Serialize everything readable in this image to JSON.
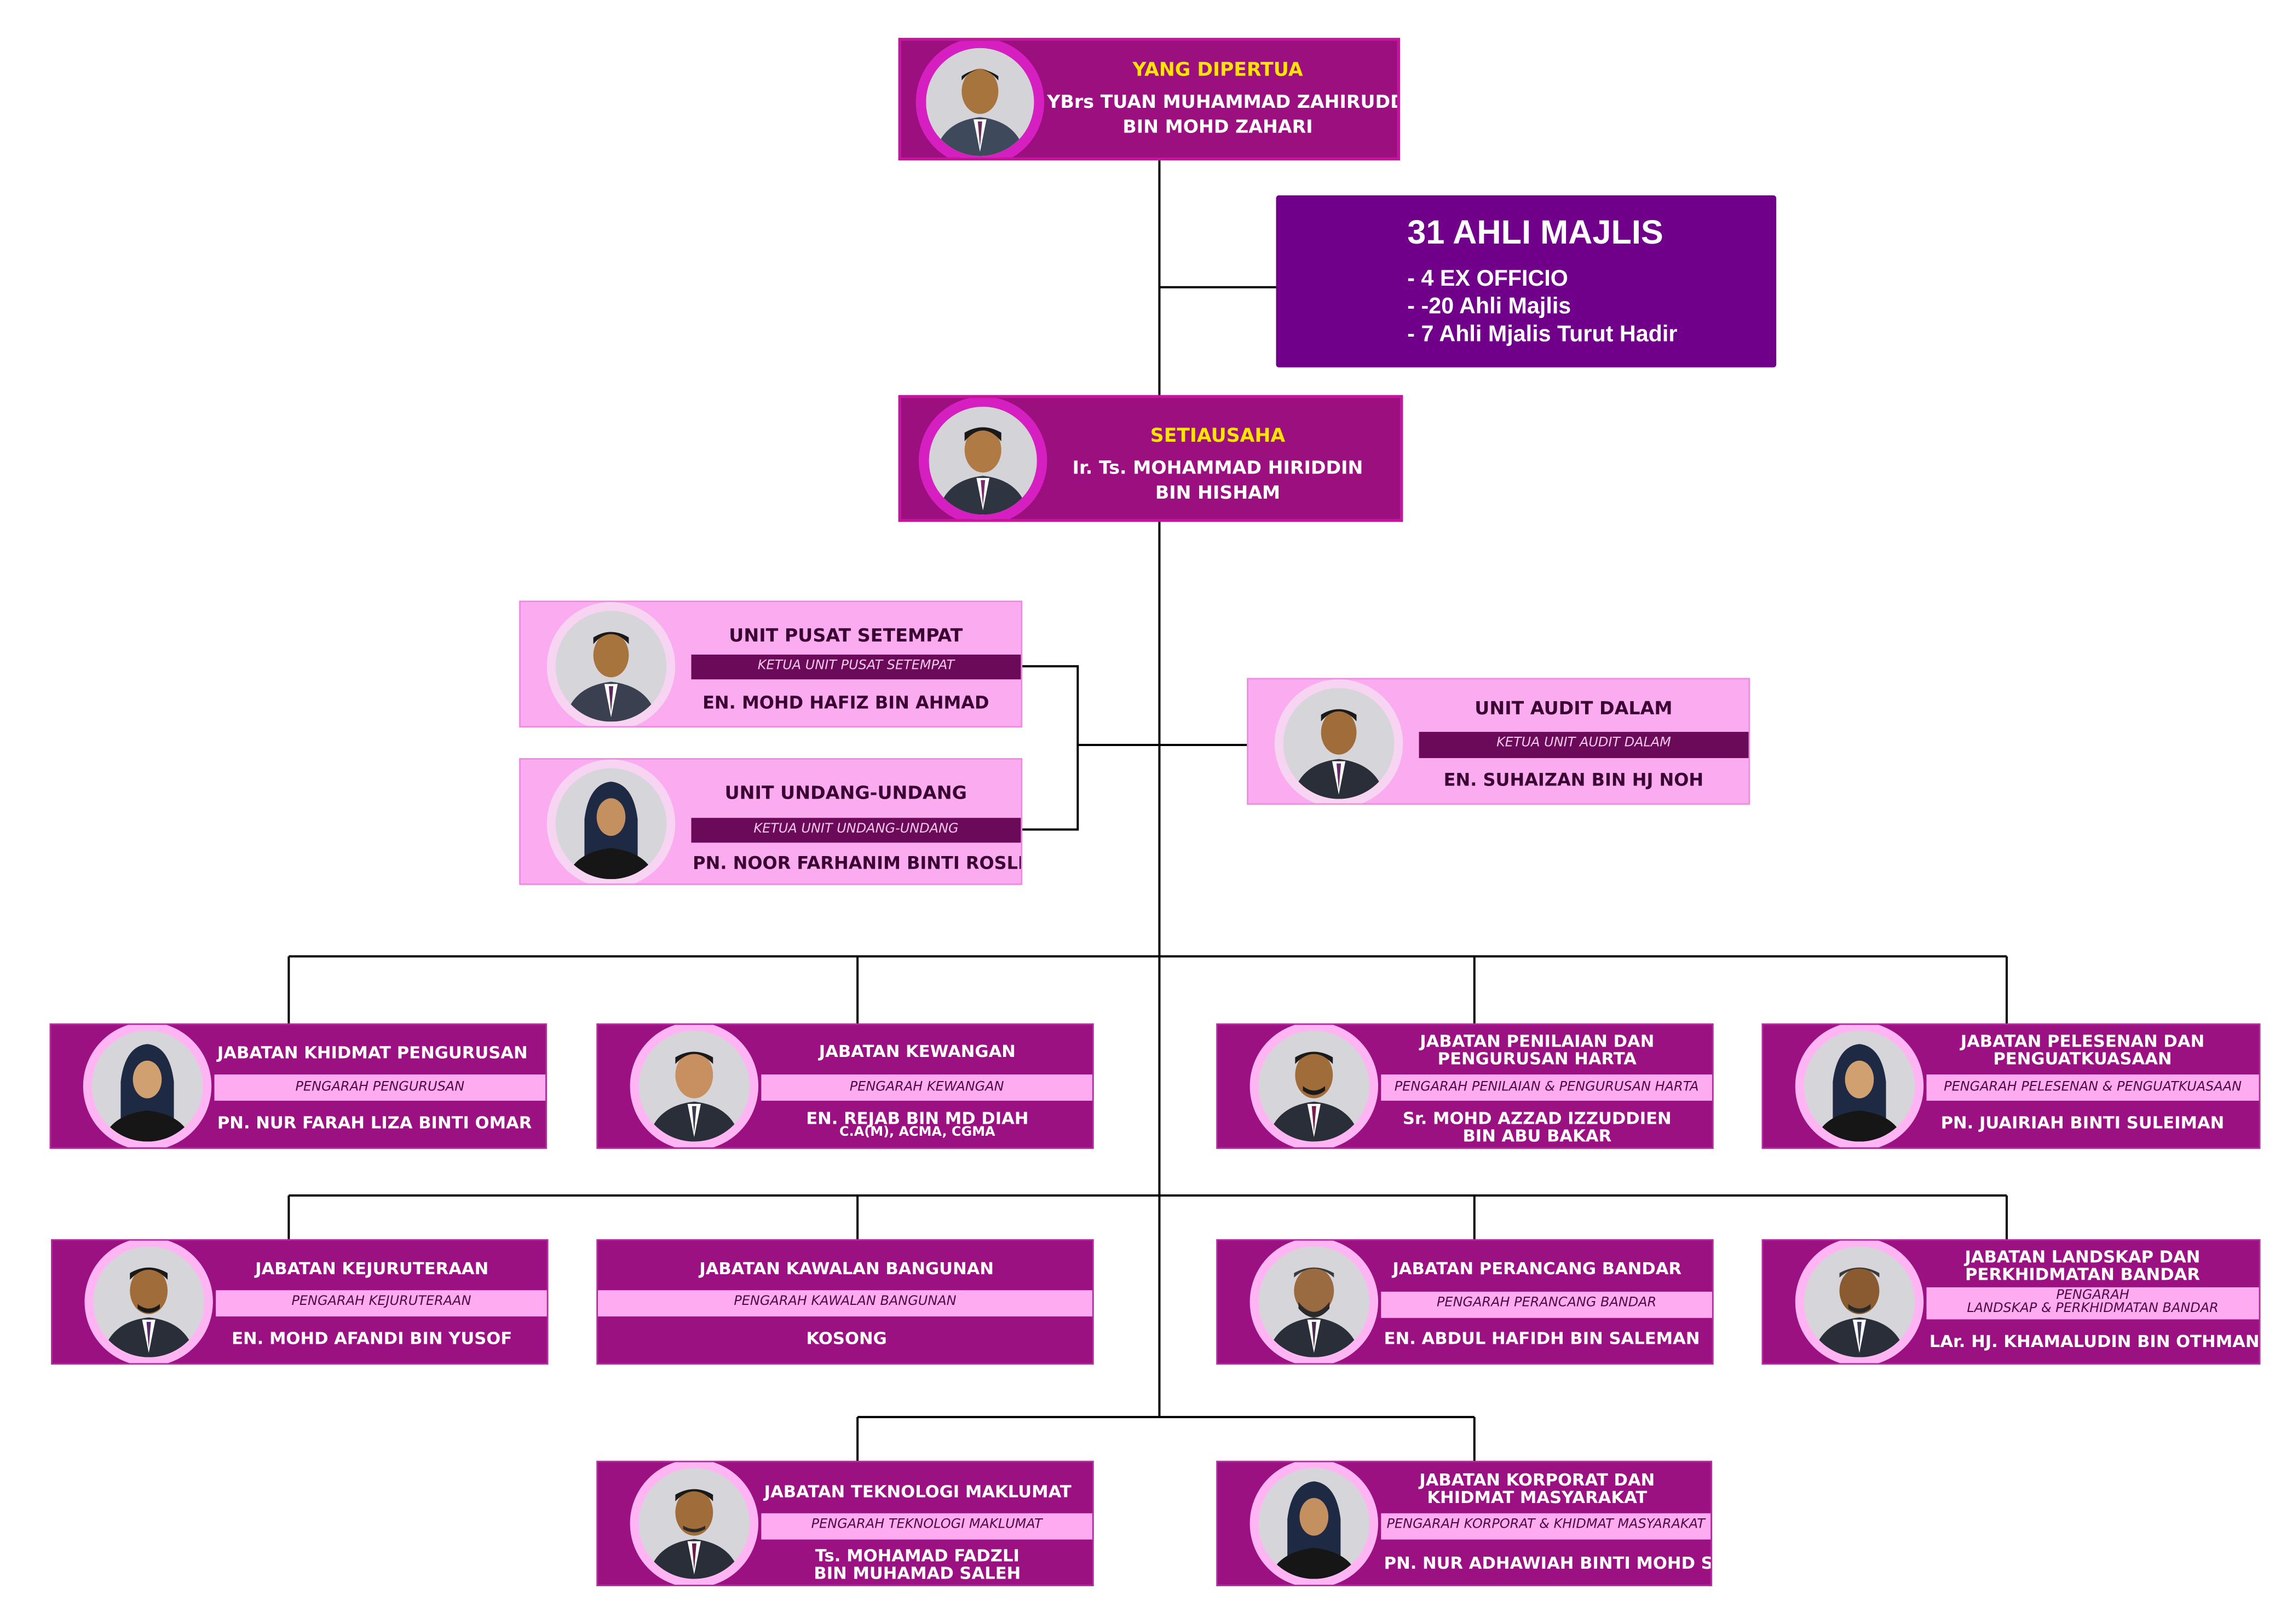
{
  "colors": {
    "top_box": "#9b0f7f",
    "council_box": "#70008a",
    "unit_box": "#fbacf0",
    "dept_box": "#9b1182",
    "dept_band": "#ffabf2",
    "title_yellow": "#ffe400",
    "connector": "#000000"
  },
  "president": {
    "title": "YANG DIPERTUA",
    "name_line1": "YBrs TUAN MUHAMMAD ZAHIRUDDIN",
    "name_line2": "BIN  MOHD ZAHARI",
    "photo_icon": "person-photo-icon"
  },
  "council": {
    "heading": "31 AHLI MAJLIS",
    "items": [
      "-  4 EX OFFICIO",
      "-  -20 Ahli Majlis",
      "-  7 Ahli Mjalis Turut Hadir"
    ]
  },
  "secretary": {
    "title": "SETIAUSAHA",
    "name_line1": "Ir. Ts. MOHAMMAD HIRIDDIN",
    "name_line2": "BIN HISHAM",
    "photo_icon": "person-photo-icon"
  },
  "units": [
    {
      "title": "UNIT PUSAT SETEMPAT",
      "role": "KETUA UNIT PUSAT SETEMPAT",
      "name": "EN. MOHD HAFIZ BIN AHMAD"
    },
    {
      "title": "UNIT UNDANG-UNDANG",
      "role": "KETUA UNIT UNDANG-UNDANG",
      "name": "PN. NOOR FARHANIM BINTI ROSLI"
    },
    {
      "title": "UNIT AUDIT DALAM",
      "role": "KETUA UNIT AUDIT DALAM",
      "name": "EN. SUHAIZAN BIN HJ NOH"
    }
  ],
  "departments": [
    {
      "title1": "JABATAN KHIDMAT PENGURUSAN",
      "title2": "",
      "role1": "PENGARAH PENGURUSAN",
      "role2": "",
      "name1": "PN. NUR FARAH LIZA BINTI OMAR",
      "name2": ""
    },
    {
      "title1": "JABATAN KEWANGAN",
      "title2": "",
      "role1": "PENGARAH KEWANGAN",
      "role2": "",
      "name1": "EN. REJAB BIN MD DIAH",
      "name2": "C.A(M), ACMA, CGMA"
    },
    {
      "title1": "JABATAN PENILAIAN DAN",
      "title2": "PENGURUSAN HARTA",
      "role1": "PENGARAH PENILAIAN & PENGURUSAN HARTA",
      "role2": "",
      "name1": "Sr. MOHD AZZAD IZZUDDIEN",
      "name2": "BIN ABU BAKAR"
    },
    {
      "title1": "JABATAN PELESENAN DAN",
      "title2": "PENGUATKUASAAN",
      "role1": "PENGARAH PELESENAN & PENGUATKUASAAN",
      "role2": "",
      "name1": "PN. JUAIRIAH BINTI SULEIMAN",
      "name2": ""
    },
    {
      "title1": "JABATAN KEJURUTERAAN",
      "title2": "",
      "role1": "PENGARAH KEJURUTERAAN",
      "role2": "",
      "name1": "EN. MOHD AFANDI BIN YUSOF",
      "name2": ""
    },
    {
      "title1": "JABATAN KAWALAN BANGUNAN",
      "title2": "",
      "role1": "PENGARAH KAWALAN BANGUNAN",
      "role2": "",
      "name1": "KOSONG",
      "name2": ""
    },
    {
      "title1": "JABATAN PERANCANG BANDAR",
      "title2": "",
      "role1": "PENGARAH PERANCANG BANDAR",
      "role2": "",
      "name1": "EN. ABDUL HAFIDH BIN SALEMAN",
      "name2": ""
    },
    {
      "title1": "JABATAN LANDSKAP DAN",
      "title2": "PERKHIDMATAN BANDAR",
      "role1": "PENGARAH",
      "role2": "LANDSKAP & PERKHIDMATAN BANDAR",
      "name1": "LAr. HJ. KHAMALUDIN BIN OTHMAN",
      "name2": ""
    },
    {
      "title1": "JABATAN TEKNOLOGI MAKLUMAT",
      "title2": "",
      "role1": "PENGARAH TEKNOLOGI MAKLUMAT",
      "role2": "",
      "name1": "Ts. MOHAMAD FADZLI",
      "name2": "BIN MUHAMAD SALEH"
    },
    {
      "title1": "JABATAN KORPORAT DAN",
      "title2": "KHIDMAT MASYARAKAT",
      "role1": "PENGARAH KORPORAT & KHIDMAT MASYARAKAT",
      "role2": "",
      "name1": "PN. NUR ADHAWIAH BINTI MOHD SAID",
      "name2": ""
    }
  ]
}
